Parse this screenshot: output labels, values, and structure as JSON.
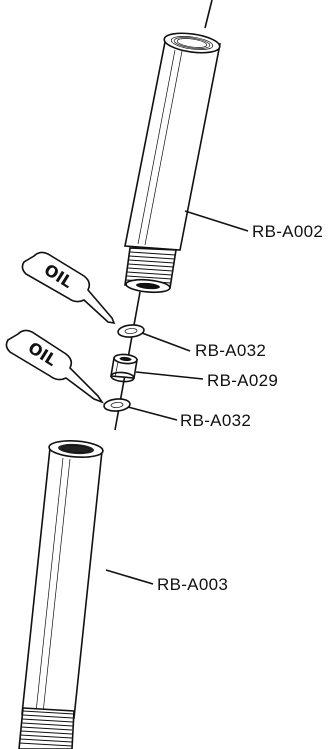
{
  "parts": {
    "upper_tube": "RB-A002",
    "washer_top": "RB-A032",
    "coupler": "RB-A029",
    "washer_bottom": "RB-A032",
    "lower_tube": "RB-A003"
  },
  "oil_labels": {
    "top": "OIL",
    "bottom": "OIL"
  }
}
